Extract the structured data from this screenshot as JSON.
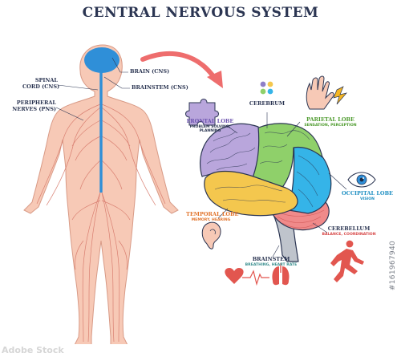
{
  "title": "CENTRAL NERVOUS SYSTEM",
  "body_labels": {
    "brain": "BRAIN (CNS)",
    "brainstem": "BRAINSTEM (CNS)",
    "spinal_cord": [
      "SPINAL",
      "CORD (CNS)"
    ],
    "peripheral_nerves": [
      "PERIPHERAL",
      "NERVES (PNS)"
    ]
  },
  "brain_parts": {
    "cerebrum": {
      "name": "CEREBRUM"
    },
    "frontal": {
      "name": "FRONTAL LOBE",
      "desc": [
        "PROBLEM SOLVING,",
        "PLANNING"
      ]
    },
    "parietal": {
      "name": "PARIETAL LOBE",
      "desc": [
        "SENSATION, PERCEPTION"
      ]
    },
    "occipital": {
      "name": "OCCIPITAL LOBE",
      "desc": [
        "VISION"
      ]
    },
    "temporal": {
      "name": "TEMPORAL LOBE",
      "desc": [
        "MEMORY, HEARING"
      ]
    },
    "cerebellum": {
      "name": "CEREBELLUM",
      "desc": [
        "BALANCE, COORDINATION"
      ]
    },
    "brainstem": {
      "name": "BRAINSTEM",
      "desc": [
        "BREATHING, HEART RATE"
      ]
    }
  },
  "colors": {
    "title": "#2b3552",
    "body": "#f7c9b6",
    "nerve": "#d6786a",
    "spine": "#2f8fd8",
    "frontal": "#b9a6dc",
    "parietal": "#8fd06a",
    "occipital": "#35b4e8",
    "temporal": "#f4c74e",
    "cerebellum": "#f08a8a",
    "brainstem": "#bfc4cc",
    "frontal_text": "#6e55b0",
    "parietal_text": "#4e9b2e",
    "occipital_text": "#1f8fc2",
    "temporal_text": "#e2742c",
    "cerebellum_text": "#d64545",
    "brainstem_text": "#3a8f8f"
  },
  "icons": [
    "puzzle-icon",
    "dots-icon",
    "hand-icon",
    "eye-icon",
    "ear-icon",
    "runner-icon",
    "heart-icon",
    "lungs-icon"
  ],
  "watermark": {
    "id": "#161967940",
    "logo": "Adobe Stock"
  }
}
